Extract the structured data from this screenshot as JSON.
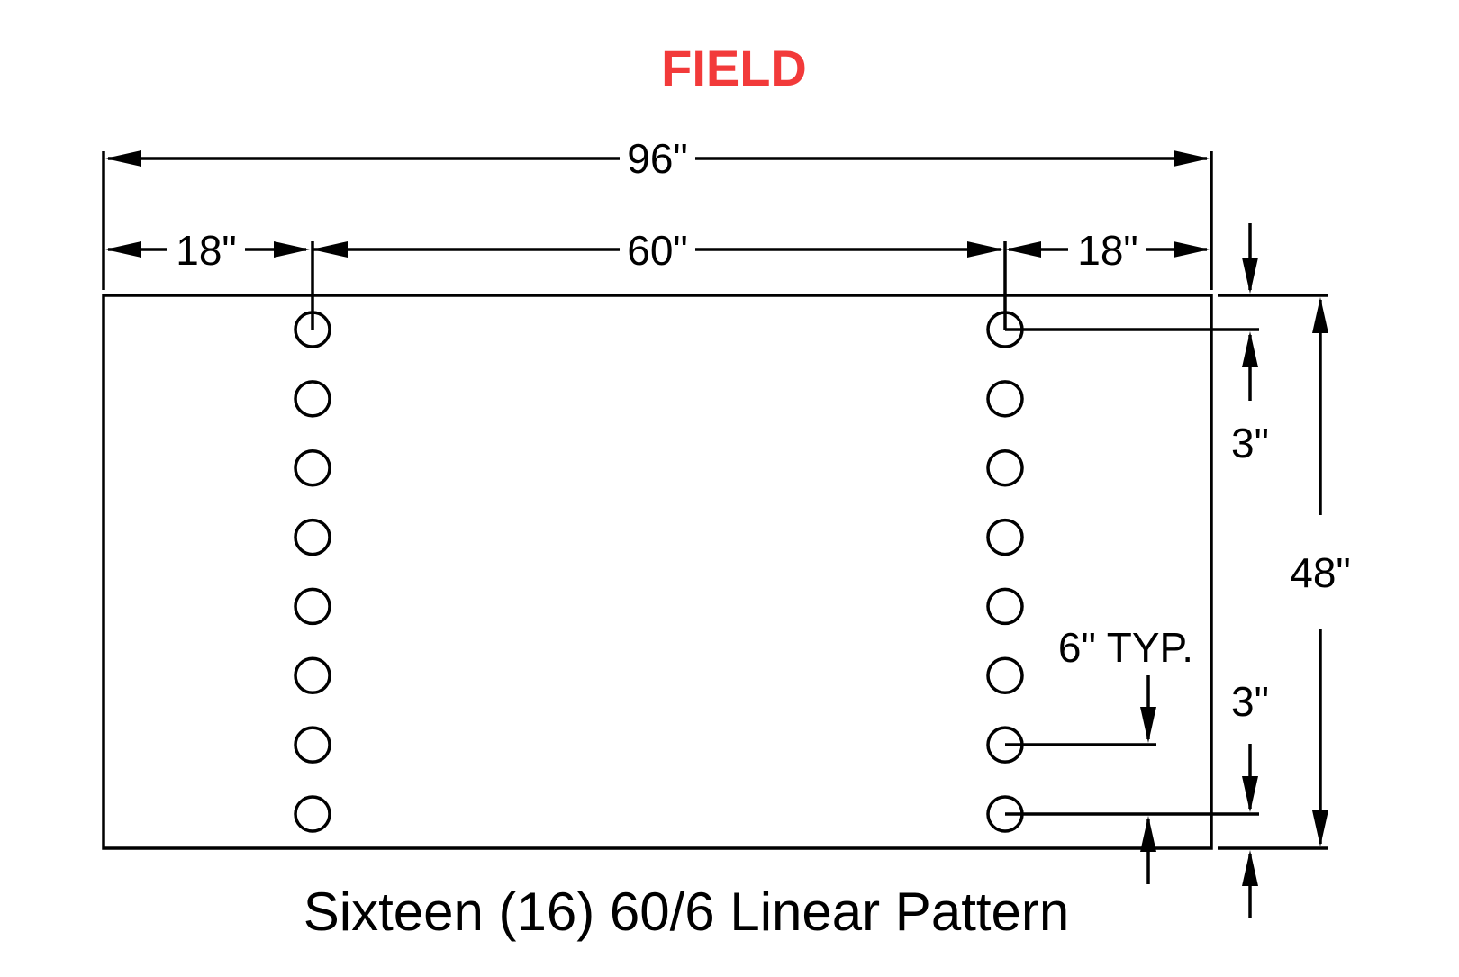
{
  "title": "FIELD",
  "title_color": "#f23a3a",
  "dimensions": {
    "overall_width": "96\"",
    "left_margin": "18\"",
    "hole_span": "60\"",
    "right_margin": "18\"",
    "overall_height": "48\"",
    "top_offset": "3\"",
    "bottom_offset": "3\"",
    "hole_spacing": "6\" TYP."
  },
  "caption": "Sixteen (16) 60/6 Linear Pattern",
  "pattern": {
    "columns": 2,
    "holes_per_column": 8
  }
}
